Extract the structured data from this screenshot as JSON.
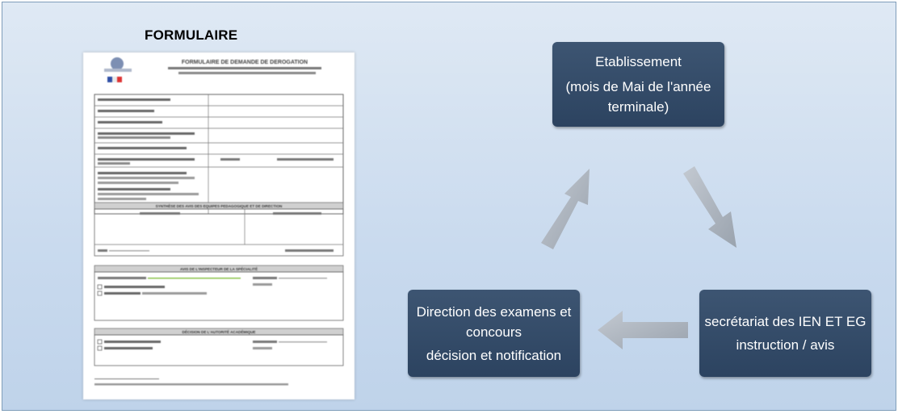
{
  "form": {
    "label": "FORMULAIRE",
    "doc_title": "FORMULAIRE DE DEMANDE DE DEROGATION",
    "doc_subtitle": "A LA DUREE REGLEMENTAIRE DES PERIODES DE FORMATION EN MILIEU PROFESSIONNEL (BACCALAUREAT PROFESSIONNEL)",
    "section_titles": [
      "SYNTHÈSE DES AVIS DES EQUIPES PEDAGOGIQUE ET DE DIRECTION",
      "AVIS DE L'INSPECTEUR DE LA SPÉCIALITÉ",
      "DÉCISION DE L'AUTORITÉ ACADÉMIQUE"
    ]
  },
  "flow": {
    "top": {
      "lines": [
        "Etablissement",
        "(mois de Mai de l'année terminale)"
      ]
    },
    "right": {
      "lines": [
        "secrétariat des IEN ET EG",
        "instruction / avis"
      ]
    },
    "left": {
      "lines": [
        "Direction des examens et concours",
        "décision et notification"
      ]
    }
  },
  "colors": {
    "box": "#2f4764",
    "arrow": "#a9b1bc",
    "background": "#cbdcef"
  }
}
